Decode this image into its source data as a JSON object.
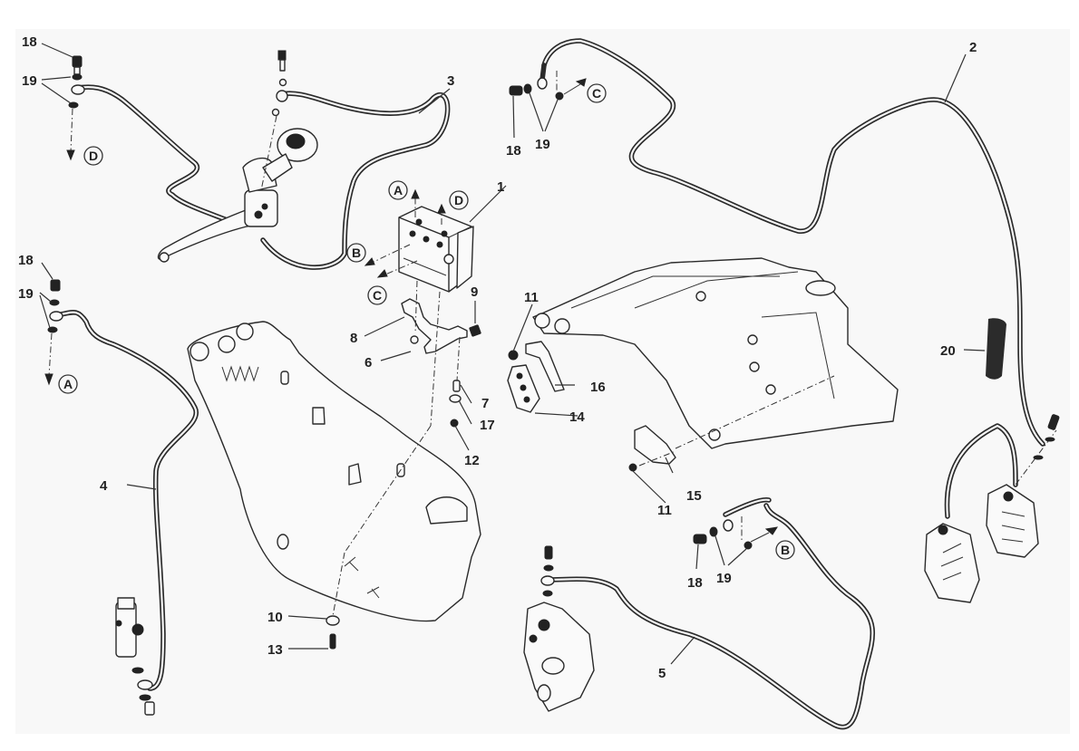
{
  "diagram": {
    "title": "Brake system ABS exploded parts diagram",
    "callouts": [
      {
        "id": "c1",
        "text": "1"
      },
      {
        "id": "c2",
        "text": "2"
      },
      {
        "id": "c3",
        "text": "3"
      },
      {
        "id": "c4",
        "text": "4"
      },
      {
        "id": "c5",
        "text": "5"
      },
      {
        "id": "c6",
        "text": "6"
      },
      {
        "id": "c7",
        "text": "7"
      },
      {
        "id": "c8",
        "text": "8"
      },
      {
        "id": "c9",
        "text": "9"
      },
      {
        "id": "c10",
        "text": "10"
      },
      {
        "id": "c11a",
        "text": "11"
      },
      {
        "id": "c11b",
        "text": "11"
      },
      {
        "id": "c12",
        "text": "12"
      },
      {
        "id": "c13",
        "text": "13"
      },
      {
        "id": "c14",
        "text": "14"
      },
      {
        "id": "c15",
        "text": "15"
      },
      {
        "id": "c16",
        "text": "16"
      },
      {
        "id": "c17",
        "text": "17"
      },
      {
        "id": "c18a",
        "text": "18"
      },
      {
        "id": "c19a",
        "text": "19"
      },
      {
        "id": "c18b",
        "text": "18"
      },
      {
        "id": "c19b",
        "text": "19"
      },
      {
        "id": "c18c",
        "text": "18"
      },
      {
        "id": "c19c",
        "text": "19"
      },
      {
        "id": "c18d",
        "text": "18"
      },
      {
        "id": "c19d",
        "text": "19"
      },
      {
        "id": "c20",
        "text": "20"
      }
    ],
    "connection_refs": [
      {
        "id": "refD1",
        "text": "D"
      },
      {
        "id": "refA1",
        "text": "A"
      },
      {
        "id": "refC1",
        "text": "C"
      },
      {
        "id": "refB1",
        "text": "B"
      },
      {
        "id": "refA2",
        "text": "A"
      },
      {
        "id": "refD2",
        "text": "D"
      },
      {
        "id": "refB2",
        "text": "B"
      },
      {
        "id": "refC2",
        "text": "C"
      }
    ]
  }
}
